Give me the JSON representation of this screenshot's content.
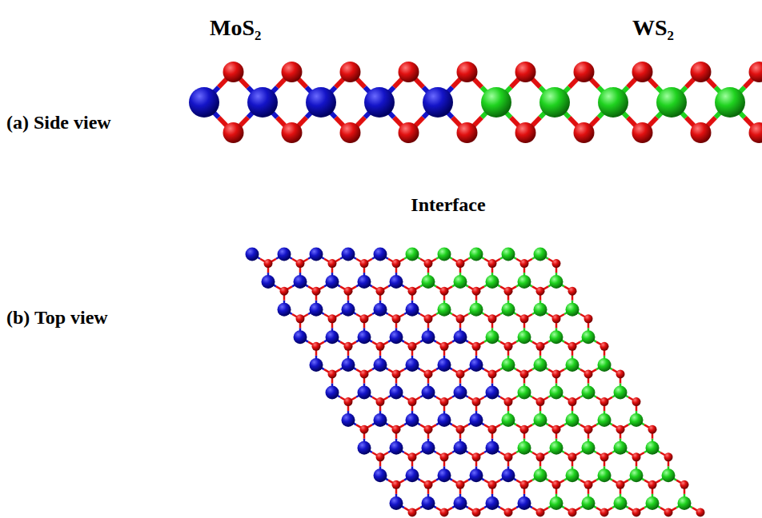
{
  "diagram": {
    "labels": [
      "MoS₂",
      "WS₂",
      "(a) Side view",
      "Interface",
      "(b) Top view"
    ]
  }
}
